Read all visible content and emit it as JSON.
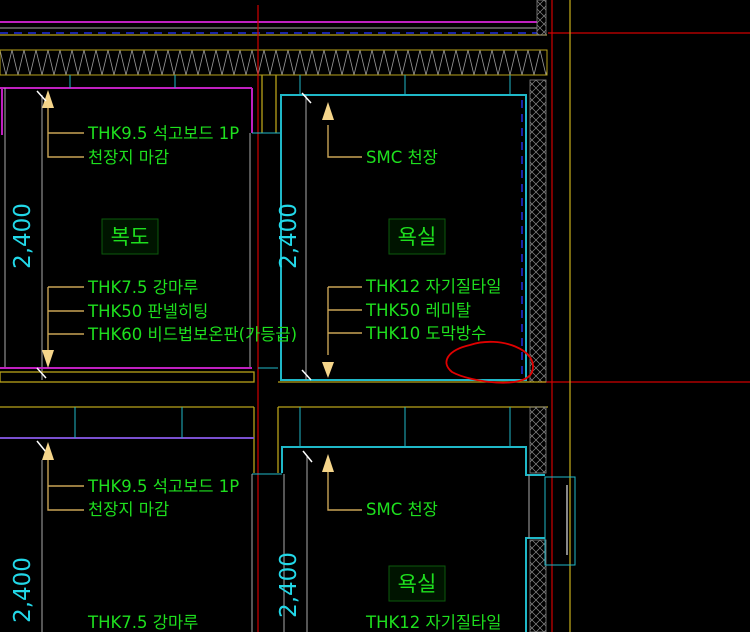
{
  "upper": {
    "corridor": {
      "room_name": "복도",
      "height_dim": "2,400",
      "ceiling_notes": [
        "THK9.5 석고보드 1P",
        "천장지 마감"
      ],
      "floor_notes": [
        "THK7.5 강마루",
        "THK50 판넬히팅",
        "THK60 비드법보온판(가등급)"
      ]
    },
    "bathroom": {
      "room_name": "욕실",
      "height_dim": "2,400",
      "ceiling_notes": [
        "SMC 천장"
      ],
      "floor_notes": [
        "THK12 자기질타일",
        "THK50 레미탈",
        "THK10 도막방수"
      ]
    }
  },
  "lower": {
    "corridor": {
      "height_dim": "2,400",
      "ceiling_notes": [
        "THK9.5 석고보드 1P",
        "천장지 마감"
      ],
      "floor_notes_partial": [
        "THK7.5 강마루"
      ]
    },
    "bathroom": {
      "room_name": "욕실",
      "height_dim": "2,400",
      "ceiling_notes": [
        "SMC 천장"
      ],
      "floor_notes_partial": [
        "THK12 자기질타일"
      ]
    }
  },
  "colors": {
    "text": "#1ee01e",
    "dimension": "#22d8e8",
    "markup": "#e00000",
    "wall": "#1fb8c8",
    "leader": "#c9a455"
  }
}
